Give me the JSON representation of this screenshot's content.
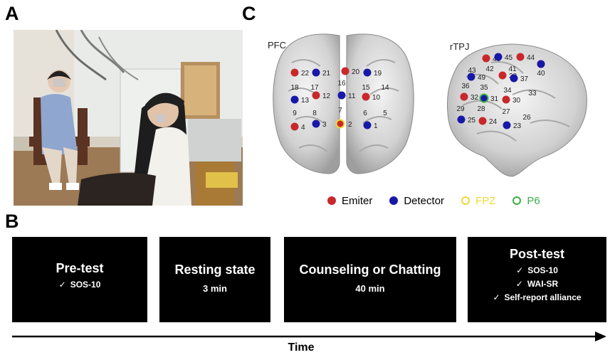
{
  "panels": {
    "a": "A",
    "b": "B",
    "c": "C"
  },
  "brain": {
    "pfc_label": "PFC",
    "rtpj_label": "rTPJ",
    "pfc_points": [
      {
        "id": "22",
        "type": "emitter",
        "label": "22"
      },
      {
        "id": "21",
        "type": "detector",
        "label": "21"
      },
      {
        "id": "20",
        "type": "emitter",
        "label": "20"
      },
      {
        "id": "19",
        "type": "detector",
        "label": "19"
      },
      {
        "id": "18",
        "type": "none",
        "label": "18"
      },
      {
        "id": "17",
        "type": "none",
        "label": "17"
      },
      {
        "id": "16",
        "type": "none",
        "label": "16"
      },
      {
        "id": "15",
        "type": "none",
        "label": "15"
      },
      {
        "id": "14",
        "type": "none",
        "label": "14"
      },
      {
        "id": "13",
        "type": "detector",
        "label": "13"
      },
      {
        "id": "12",
        "type": "emitter",
        "label": "12"
      },
      {
        "id": "11",
        "type": "detector",
        "label": "11"
      },
      {
        "id": "10",
        "type": "emitter",
        "label": "10"
      },
      {
        "id": "9",
        "type": "none",
        "label": "9"
      },
      {
        "id": "8",
        "type": "none",
        "label": "8"
      },
      {
        "id": "7",
        "type": "none",
        "label": "7"
      },
      {
        "id": "6",
        "type": "none",
        "label": "6"
      },
      {
        "id": "5",
        "type": "none",
        "label": "5"
      },
      {
        "id": "4",
        "type": "emitter",
        "label": "4"
      },
      {
        "id": "3",
        "type": "detector",
        "label": "3"
      },
      {
        "id": "2",
        "type": "none",
        "label": "2"
      },
      {
        "id": "1",
        "type": "detector",
        "label": "1"
      },
      {
        "id": "fpz",
        "type": "fpz",
        "label": ""
      }
    ],
    "rtpj_points": [
      {
        "id": "46",
        "type": "emitter",
        "label": "46"
      },
      {
        "id": "45",
        "type": "detector",
        "label": "45"
      },
      {
        "id": "44",
        "type": "emitter",
        "label": "44"
      },
      {
        "id": "43",
        "type": "none",
        "label": "43"
      },
      {
        "id": "42",
        "type": "none",
        "label": "42"
      },
      {
        "id": "41",
        "type": "none",
        "label": "41"
      },
      {
        "id": "40",
        "type": "emitter",
        "label": "40"
      },
      {
        "id": "39",
        "type": "detector",
        "label": ""
      },
      {
        "id": "38",
        "type": "emitter",
        "label": "38"
      },
      {
        "id": "37",
        "type": "detector",
        "label": "37"
      },
      {
        "id": "36",
        "type": "none",
        "label": "36"
      },
      {
        "id": "35",
        "type": "none",
        "label": "35"
      },
      {
        "id": "34",
        "type": "none",
        "label": "34"
      },
      {
        "id": "33",
        "type": "none",
        "label": "33"
      },
      {
        "id": "32",
        "type": "emitter",
        "label": "32"
      },
      {
        "id": "31",
        "type": "p6",
        "label": "31"
      },
      {
        "id": "30",
        "type": "emitter",
        "label": "30"
      },
      {
        "id": "29",
        "type": "none",
        "label": "29"
      },
      {
        "id": "28",
        "type": "none",
        "label": "28"
      },
      {
        "id": "27",
        "type": "none",
        "label": "27"
      },
      {
        "id": "26",
        "type": "none",
        "label": "26"
      },
      {
        "id": "25",
        "type": "detector",
        "label": "25"
      },
      {
        "id": "24",
        "type": "emitter",
        "label": "24"
      },
      {
        "id": "23",
        "type": "detector",
        "label": "23"
      },
      {
        "id": "49",
        "type": "detector",
        "label": "49"
      }
    ]
  },
  "legend": {
    "emitter": "Emiter",
    "detector": "Detector",
    "fpz": "FPZ",
    "p6": "P6"
  },
  "colors": {
    "emitter": "#c8282b",
    "detector": "#1818a8",
    "fpz": "#f2d735",
    "p6": "#3cae49",
    "box": "#000000"
  },
  "timeline": {
    "boxes": [
      {
        "title": "Pre-test",
        "items": [
          "SOS-10"
        ]
      },
      {
        "title": "Resting state",
        "subtitle": "3 min"
      },
      {
        "title": "Counseling or Chatting",
        "subtitle": "40 min"
      },
      {
        "title": "Post-test",
        "items": [
          "SOS-10",
          "WAI-SR",
          "Self-report alliance"
        ]
      }
    ],
    "axis_label": "Time",
    "check_symbol": "✓"
  }
}
